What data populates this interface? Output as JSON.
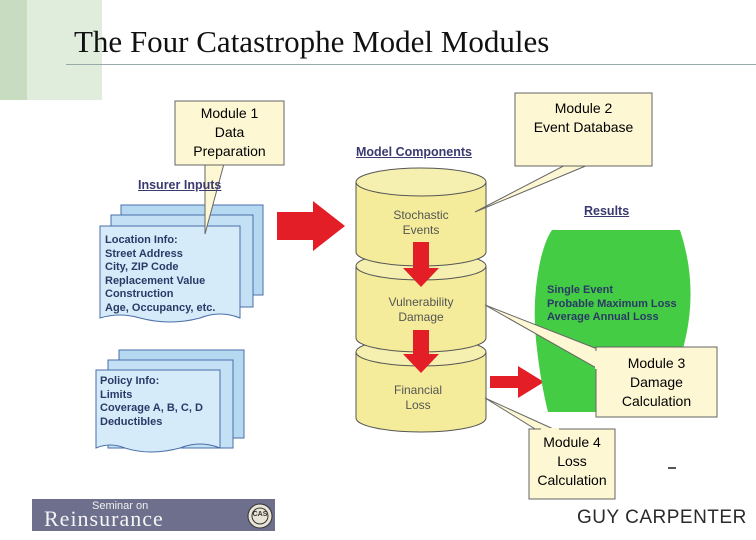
{
  "slide": {
    "title": "The Four Catastrophe Model Modules"
  },
  "callouts": {
    "module1": [
      "Module 1",
      "Data",
      "Preparation"
    ],
    "module2": [
      "Module 2",
      "Event Database"
    ],
    "module3": [
      "Module 3",
      "Damage",
      "Calculation"
    ],
    "module4": [
      "Module 4",
      "Loss",
      "Calculation"
    ]
  },
  "diagram": {
    "insurer_inputs_label": "Insurer Inputs",
    "model_components_label": "Model Components",
    "results_label": "Results",
    "location_info": [
      "Location Info:",
      "Street Address",
      "City, ZIP Code",
      "Replacement Value",
      "Construction",
      "Age, Occupancy, etc."
    ],
    "policy_info": [
      "Policy Info:",
      "Limits",
      "Coverage A, B, C, D",
      "Deductibles"
    ],
    "cylinder_labels": {
      "stochastic": [
        "Stochastic",
        "Events"
      ],
      "vulnerability": [
        "Vulnerability",
        "Damage"
      ],
      "financial": [
        "Financial",
        "Loss"
      ]
    },
    "results_lines": [
      "Single Event",
      "Probable Maximum Loss",
      "Average Annual Loss"
    ]
  },
  "footer": {
    "seminar_small": "Seminar on",
    "seminar_big": "Reinsurance",
    "seal_text": "CAS",
    "company": "GUY CARPENTER"
  },
  "colors": {
    "accent_green": "#c7dcc0",
    "callout_fill": "#fdf7d3",
    "cylinder_fill": "#f4ec9a",
    "arrow_red": "#e41e26",
    "results_green": "#44cc44",
    "doc_fill": "#cfe8f8"
  }
}
